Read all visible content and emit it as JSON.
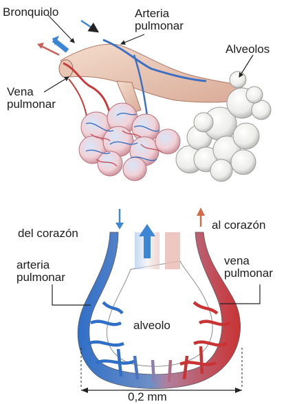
{
  "top_diagram": {
    "labels": {
      "bronquiolo": "Bronquiolo",
      "arteria_line1": "Arteria",
      "arteria_line2": "pulmonar",
      "alveolos": "Alveolos",
      "vena_line1": "Vena",
      "vena_line2": "pulmonar"
    }
  },
  "bottom_diagram": {
    "labels": {
      "del_corazon": "del corazón",
      "al_corazon": "al corazón",
      "arteria_line1": "arteria",
      "arteria_line2": "pulmonar",
      "vena_line1": "vena",
      "vena_line2": "pulmonar",
      "alveolo": "alveolo",
      "scale": "0,2 mm"
    }
  },
  "colors": {
    "artery_blue": "#3f7fd0",
    "vein_red": "#cc3b3b",
    "alveolus_white": "#f2f2f0",
    "bronchiole_pink": "#e8c2b2"
  }
}
